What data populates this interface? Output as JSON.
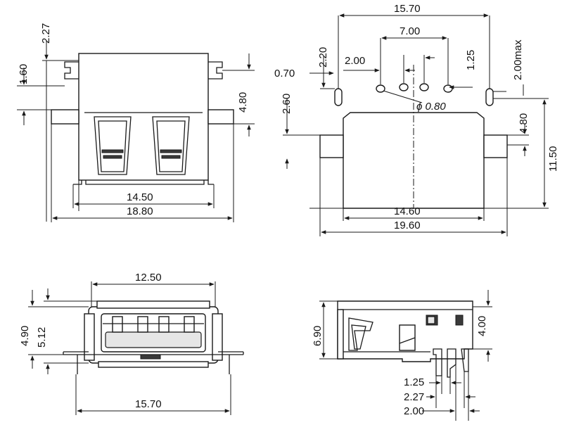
{
  "colors": {
    "ink": "#1a1a1a",
    "paper": "#ffffff",
    "fill_grey": "#e6e6e6"
  },
  "views": {
    "top_left": {
      "dims": {
        "d_2_27": "2.27",
        "d_1_60": "1.60",
        "d_4_80": "4.80",
        "d_14_50": "14.50",
        "d_18_80": "18.80"
      }
    },
    "top_right": {
      "dims": {
        "d_15_70": "15.70",
        "d_7_00": "7.00",
        "d_2_20": "2.20",
        "d_2_00": "2.00",
        "d_1_25": "1.25",
        "d_2_00max": "2.00max",
        "d_0_70": "0.70",
        "d_phi_0_80": "ϕ 0.80",
        "d_2_60": "2.60",
        "d_4_80": "4.80",
        "d_11_50": "11.50",
        "d_14_60": "14.60",
        "d_19_60": "19.60"
      }
    },
    "bottom_left": {
      "dims": {
        "d_12_50": "12.50",
        "d_4_90": "4.90",
        "d_5_12": "5.12",
        "d_15_70": "15.70"
      }
    },
    "bottom_right": {
      "dims": {
        "d_6_90": "6.90",
        "d_4_00": "4.00",
        "d_1_25": "1.25",
        "d_2_27": "2.27",
        "d_2_00": "2.00"
      }
    }
  }
}
